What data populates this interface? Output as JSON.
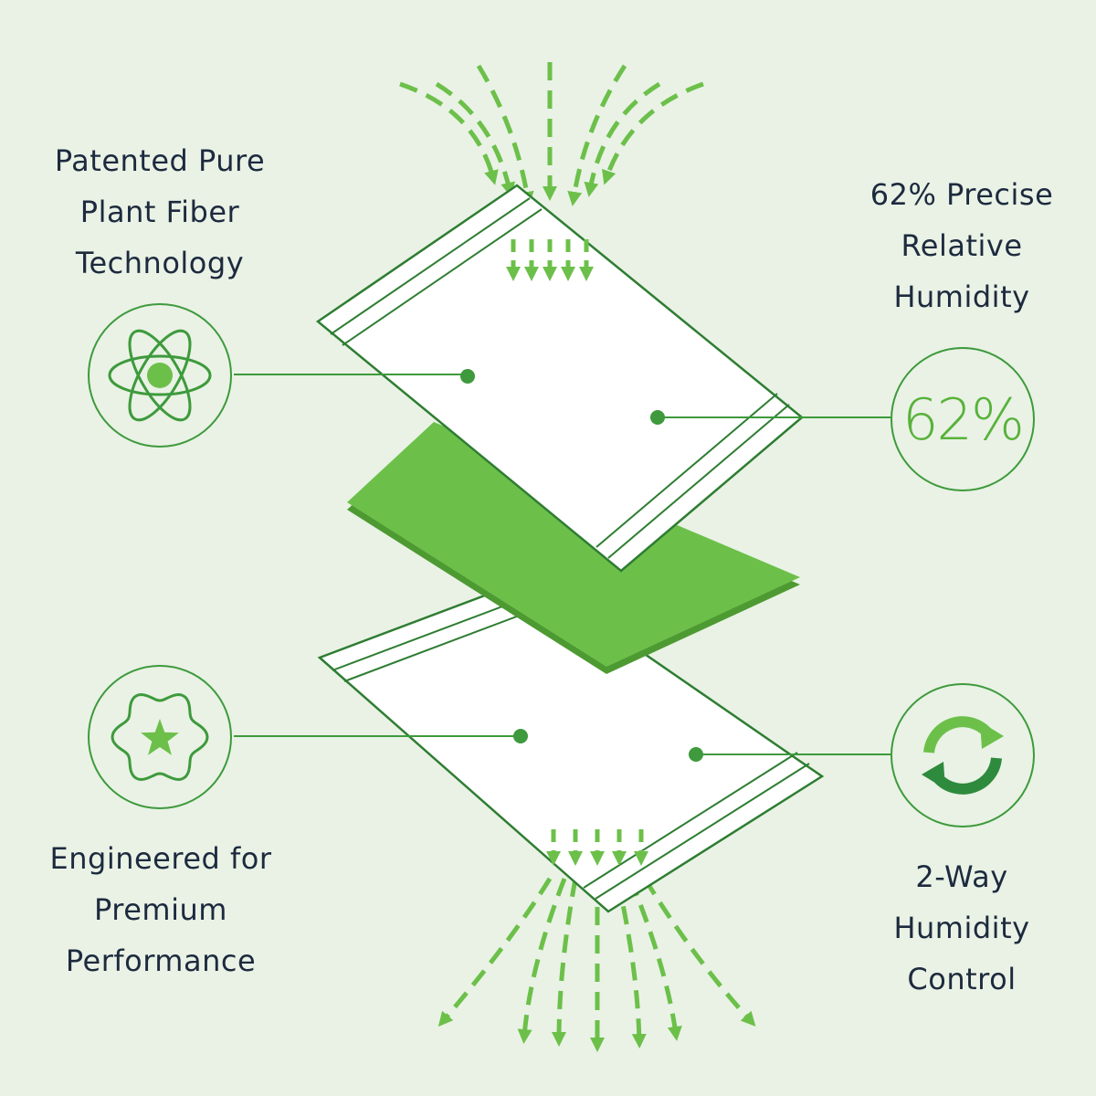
{
  "features": {
    "top_left": {
      "lines": [
        "Patented Pure",
        "Plant Fiber",
        "Technology"
      ],
      "icon": "atom-icon"
    },
    "top_right": {
      "lines": [
        "62% Precise",
        "Relative",
        "Humidity"
      ],
      "badge": "62%"
    },
    "bottom_left": {
      "lines": [
        "Engineered for",
        "Premium",
        "Performance"
      ],
      "icon": "star-badge-icon"
    },
    "bottom_right": {
      "lines": [
        "2-Way",
        "Humidity",
        "Control"
      ],
      "icon": "two-way-arrows-icon"
    }
  },
  "colors": {
    "background": "#e9f2e5",
    "accent": "#6cc04a",
    "outline": "#2e7d32",
    "text": "#1d2a3e"
  }
}
